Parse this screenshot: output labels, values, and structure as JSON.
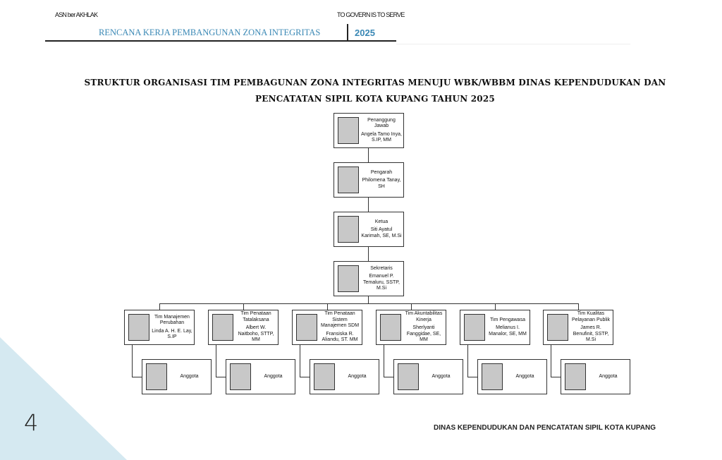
{
  "header": {
    "left_tag": "ASN ber AKHLAK",
    "right_tag": "TO GOVERN IS TO SERVE",
    "doc_title": "RENCANA KERJA PEMBANGUNAN ZONA INTEGRITAS",
    "year": "2025"
  },
  "title": {
    "line1": "STRUKTUR ORGANISASI TIM PEMBAGUNAN ZONA INTEGRITAS MENUJU WBK/WBBM DINAS KEPENDUDUKAN DAN",
    "line2": "PENCATATAN SIPIL KOTA KUPANG TAHUN 2025"
  },
  "chain": [
    {
      "role": "Penanggung Jawab",
      "name": "Angela Tamo Inya, S.IP, MM"
    },
    {
      "role": "Pengarah",
      "name": "Philomena Tanay, SH"
    },
    {
      "role": "Ketua",
      "name": "Siti Ayatul Karimah, SE, M.Si"
    },
    {
      "role": "Sekretaris",
      "name": "Emanuel P. Temaluru, SSTP, M.Si"
    }
  ],
  "teams": [
    {
      "role": "Tim Manajemen Perubahan",
      "name": "Linda A. H. E. Lay, S.IP",
      "member": "Anggota"
    },
    {
      "role": "Tim Penataan Tatalaksana",
      "name": "Albert W. Naitboho, STTP, MM",
      "member": "Anggota"
    },
    {
      "role": "Tim Penataan Sistem Manajemen SDM",
      "name": "Fransiska R. Aliandu, ST. MM",
      "member": "Anggota"
    },
    {
      "role": "Tim Akuntabilitas Kinerja",
      "name": "Sherlyanti Fanggidae, SE, MM",
      "member": "Anggota"
    },
    {
      "role": "Tim Pengawasa",
      "name": "Melianus I. Manalor, SE, MM",
      "member": "Anggota"
    },
    {
      "role": "Tim Kualitas Pelayanan Publik",
      "name": "James R. Benufinit, SSTP, M.Si",
      "member": "Anggota"
    }
  ],
  "page_number": "4",
  "footer": "DINAS KEPENDUDUKAN DAN PENCATATAN SIPIL KOTA KUPANG"
}
